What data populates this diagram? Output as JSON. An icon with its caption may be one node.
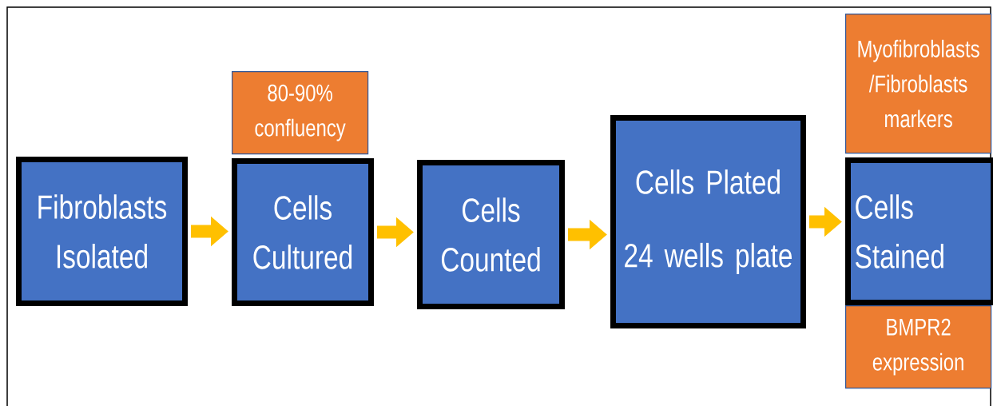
{
  "diagram": {
    "nodes": [
      {
        "text": [
          "Fibroblasts Isolated"
        ]
      },
      {
        "text": [
          "80-90% confluency"
        ]
      },
      {
        "text": [
          "Cells Cultured"
        ]
      },
      {
        "text": [
          "Cells Counted"
        ]
      },
      {
        "text": [
          "Cells Plated",
          "24 wells plate"
        ]
      },
      {
        "text": [
          "Myofibroblasts /Fibroblasts markers"
        ]
      },
      {
        "text": [
          "Cells Stained"
        ]
      },
      {
        "text": [
          "BMPR2 expression"
        ]
      }
    ],
    "edges": [
      {
        "from": 0,
        "to": 2,
        "arrow": "to"
      },
      {
        "from": 2,
        "to": 3,
        "arrow": "to"
      },
      {
        "from": 3,
        "to": 4,
        "arrow": "to"
      },
      {
        "from": 4,
        "to": 6,
        "arrow": "to"
      }
    ]
  }
}
